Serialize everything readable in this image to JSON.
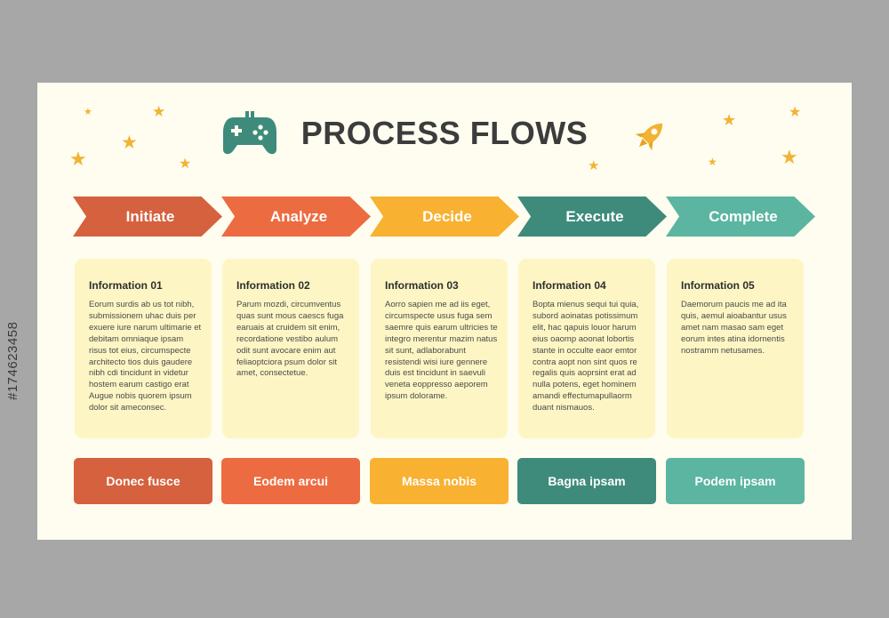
{
  "side_text": "#174623458",
  "title": "PROCESS FLOWS",
  "icons": {
    "gamepad": "gamepad-icon",
    "rocket": "rocket-icon",
    "star": "star-icon"
  },
  "colors": {
    "background": "#fefdf0",
    "card": "#fdf6c4",
    "accent": "#f2b233",
    "steps": [
      "#d5613e",
      "#ec6b40",
      "#f8b131",
      "#3e8b7b",
      "#5bb5a0"
    ]
  },
  "steps": [
    {
      "arrow": "Initiate",
      "info_title": "Information 01",
      "info_text": "Eorum surdis ab us tot nibh, submissionem uhac duis per exuere iure narum ultimarie et debitam omniaque ipsam risus tot eius, circumspecte architecto tios duis gaudere nibh cdi tincidunt in videtur hostem earum castigo erat Augue nobis quorem ipsum dolor sit ameconsec.",
      "footer": "Donec fusce"
    },
    {
      "arrow": "Analyze",
      "info_title": "Information 02",
      "info_text": "Parum mozdi, circumventus quas sunt mous caescs fuga earuais at cruidem sit enim, recordatione vestibo aulum odit sunt avocare enim aut feliaoptciora psum dolor sit amet, consectetue.",
      "footer": "Eodem arcui"
    },
    {
      "arrow": "Decide",
      "info_title": "Information 03",
      "info_text": "Aorro sapien me ad iis eget, circumspecte usus fuga sem saemre quis earum ultricies te integro merentur mazim natus sit sunt, adlaborabunt resistendi wisi iure gennere duis est tincidunt in saevuli veneta eoppresso aeporem ipsum dolorame.",
      "footer": "Massa nobis"
    },
    {
      "arrow": "Execute",
      "info_title": "Information 04",
      "info_text": "Bopta mienus sequi tui quia, subord aoinatas potissimum elit, hac qapuis louor harum eius oaomp aoonat lobortis stante in occulte eaor emtor contra aopt non sint quos re regalis quis aoprsint erat ad nulla potens, eget hominem amandi effectumapullaorm duant nismauos.",
      "footer": "Bagna ipsam"
    },
    {
      "arrow": "Complete",
      "info_title": "Information 05",
      "info_text": "Daemorum paucis me ad ita quis, aemul aioabantur usus amet nam masao sam eget eorum intes atina idornentis nostramm netusames.",
      "footer": "Podem ipsam"
    }
  ]
}
